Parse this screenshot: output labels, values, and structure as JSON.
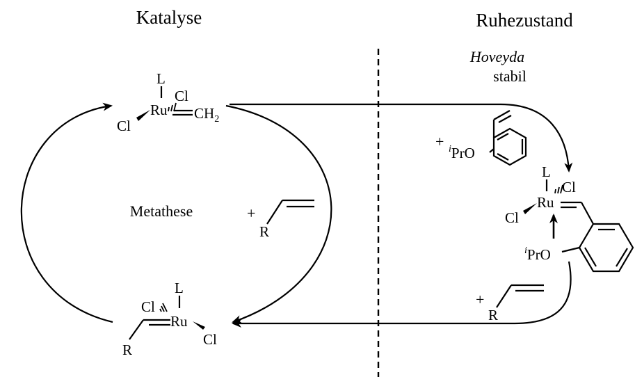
{
  "headings": {
    "left": "Katalyse",
    "right": "Ruhezustand"
  },
  "cycle_label": "Metathese",
  "hoveyda": {
    "name": "Hoveyda",
    "subtitle": "stabil"
  },
  "atoms": {
    "L": "L",
    "Cl": "Cl",
    "Ru": "Ru",
    "CH": "CH",
    "sub2": "2",
    "R": "R",
    "O": "O",
    "Pr": "Pr",
    "i": "i",
    "plus": "+"
  }
}
